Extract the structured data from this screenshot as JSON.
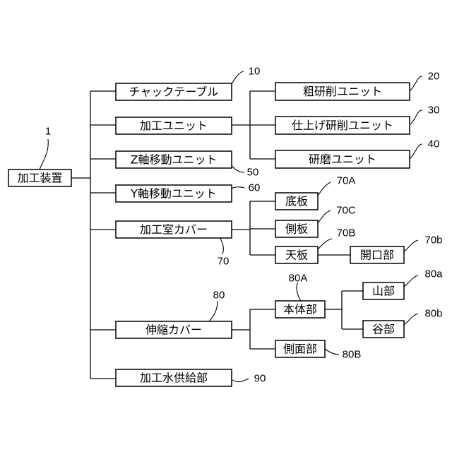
{
  "nodes": {
    "processing_apparatus": "加工装置",
    "chuck_table": "チャックテーブル",
    "processing_unit": "加工ユニット",
    "z_axis_unit": "Z軸移動ユニット",
    "y_axis_unit": "Y軸移動ユニット",
    "chamber_cover": "加工室カバー",
    "bellows_cover": "伸縮カバー",
    "water_supply": "加工水供給部",
    "rough_grinding": "粗研削ユニット",
    "finish_grinding": "仕上げ研削ユニット",
    "polishing": "研磨ユニット",
    "bottom_plate": "底板",
    "side_plate": "側板",
    "top_plate": "天板",
    "opening": "開口部",
    "main_body": "本体部",
    "side_face": "側面部",
    "ridge": "山部",
    "valley": "谷部"
  },
  "refs": {
    "processing_apparatus": "1",
    "chuck_table": "10",
    "rough_grinding": "20",
    "finish_grinding": "30",
    "polishing": "40",
    "z_axis_unit": "50",
    "y_axis_unit": "60",
    "chamber_cover": "70",
    "bottom_plate": "70A",
    "side_plate": "70C",
    "top_plate": "70B",
    "opening": "70b",
    "bellows_cover": "80",
    "main_body": "80A",
    "ridge": "80a",
    "valley": "80b",
    "side_face": "80B",
    "water_supply": "90"
  }
}
